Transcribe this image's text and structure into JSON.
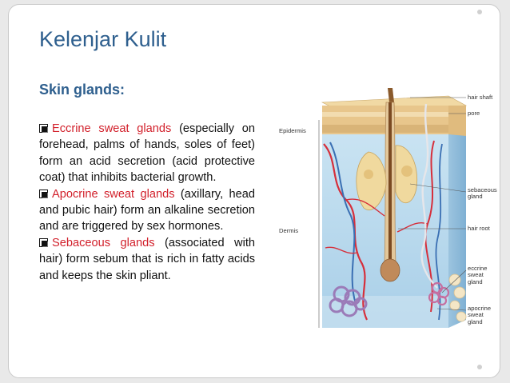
{
  "slide": {
    "title": "Kelenjar Kulit",
    "subtitle": "Skin glands:",
    "paragraphs": {
      "p1_red": "Eccrine sweat glands",
      "p1_rest": " (especially on forehead, palms of hands, soles of feet) form an acid secretion (acid protective coat) that inhibits bacterial growth.",
      "p2_red": "Apocrine sweat glands",
      "p2_rest": " (axillary, head and pubic hair) form an alkaline secretion and are triggered by sex hormones.",
      "p3_red": "Sebaceous glands",
      "p3_rest": " (associated with hair) form sebum that is rich in fatty acids and keeps the skin pliant."
    }
  },
  "figure": {
    "labels": {
      "epidermis": "Epidermis",
      "dermis": "Dermis",
      "hair_shaft": "hair shaft",
      "pore": "pore",
      "sebaceous_gland_1": "sebaceous",
      "sebaceous_gland_2": "gland",
      "hair_root": "hair root",
      "eccrine_1": "eccrine",
      "eccrine_2": "sweat",
      "eccrine_3": "gland",
      "apocrine_1": "apocrine",
      "apocrine_2": "sweat",
      "apocrine_3": "gland"
    }
  },
  "colors": {
    "title": "#2e5f8e",
    "highlight": "#d2202b"
  }
}
